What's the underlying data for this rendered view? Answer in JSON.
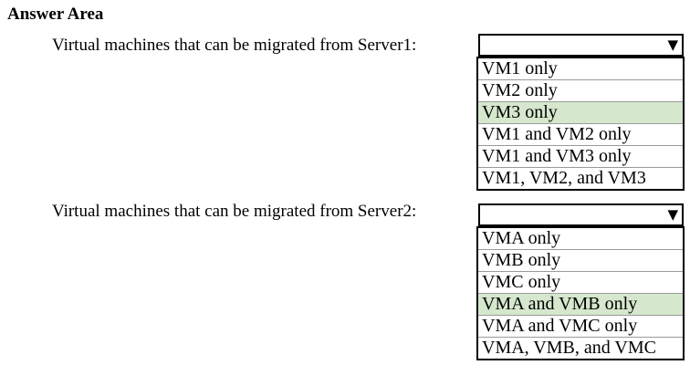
{
  "page": {
    "title": "Answer Area"
  },
  "icons": {
    "dropdown_arrow": "▼"
  },
  "colors": {
    "page_bg": "#ffffff",
    "border": "#000000",
    "separator": "#9a9a9a",
    "highlight": "#d5e8cd"
  },
  "questions": [
    {
      "label": "Virtual machines that can be migrated from Server1:",
      "dropdown": {
        "selected_value": "",
        "options": [
          {
            "label": "VM1 only",
            "highlighted": false
          },
          {
            "label": "VM2 only",
            "highlighted": false
          },
          {
            "label": "VM3 only",
            "highlighted": true
          },
          {
            "label": "VM1 and VM2 only",
            "highlighted": false
          },
          {
            "label": "VM1 and VM3 only",
            "highlighted": false
          },
          {
            "label": "VM1, VM2, and VM3",
            "highlighted": false
          }
        ]
      }
    },
    {
      "label": "Virtual machines that can be migrated from Server2:",
      "dropdown": {
        "selected_value": "",
        "options": [
          {
            "label": "VMA only",
            "highlighted": false
          },
          {
            "label": "VMB only",
            "highlighted": false
          },
          {
            "label": "VMC only",
            "highlighted": false
          },
          {
            "label": "VMA and VMB only",
            "highlighted": true
          },
          {
            "label": "VMA and VMC only",
            "highlighted": false
          },
          {
            "label": "VMA, VMB, and VMC",
            "highlighted": false
          }
        ]
      }
    }
  ]
}
